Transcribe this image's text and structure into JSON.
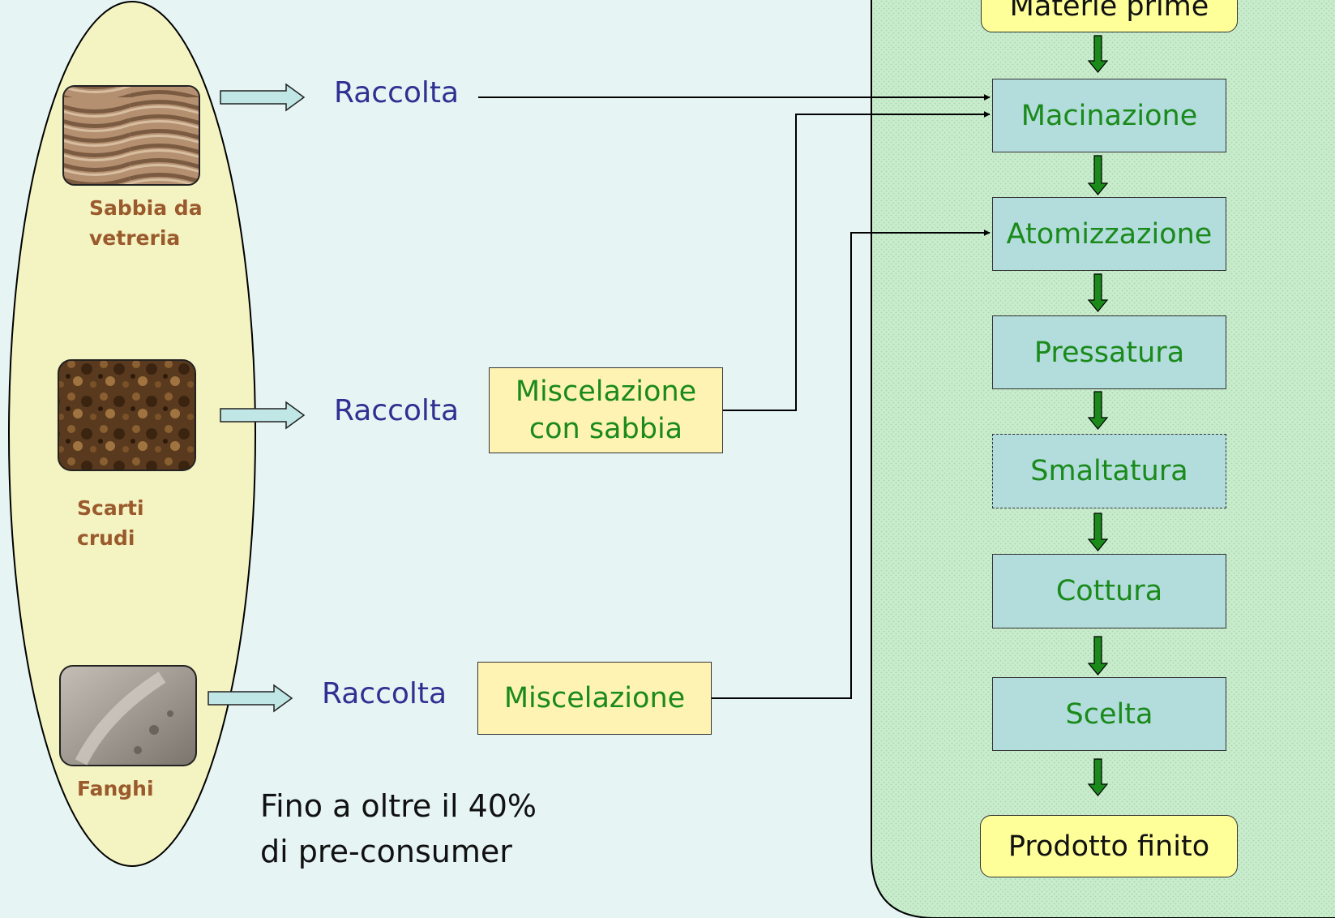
{
  "sources": [
    {
      "name": "Sabbia da vetreria",
      "lines": [
        "Sabbia da",
        "vetreria"
      ],
      "texture": "sand-dunes"
    },
    {
      "name": "Scarti crudi",
      "lines": [
        "Scarti",
        "crudi"
      ],
      "texture": "raw-scrap"
    },
    {
      "name": "Fanghi",
      "lines": [
        "Fanghi"
      ],
      "texture": "sludge"
    }
  ],
  "collection_label": "Raccolta",
  "pretreatments": {
    "mix_with_sand": [
      "Miscelazione",
      "con sabbia"
    ],
    "mix": "Miscelazione"
  },
  "process": {
    "start": "Materie prime",
    "steps": [
      "Macinazione",
      "Atomizzazione",
      "Pressatura",
      "Smaltatura",
      "Cottura",
      "Scelta"
    ],
    "end": "Prodotto finito"
  },
  "note": [
    "Fino a oltre il 40%",
    "di pre-consumer"
  ],
  "colors": {
    "background": "#e7f4f4",
    "source_label": "#9a5a2c",
    "raccolta_text": "#2e3191",
    "process_text": "#1a8a1a",
    "process_box": "#b3dcdc",
    "pretreatment_box": "#fff3b4",
    "terminal_box": "#ffff99",
    "process_panel": "#c8eccc",
    "ellipse": "#f4f3c2",
    "down_arrow": "#1a8a1a",
    "block_arrow": "#c0e6e6"
  }
}
